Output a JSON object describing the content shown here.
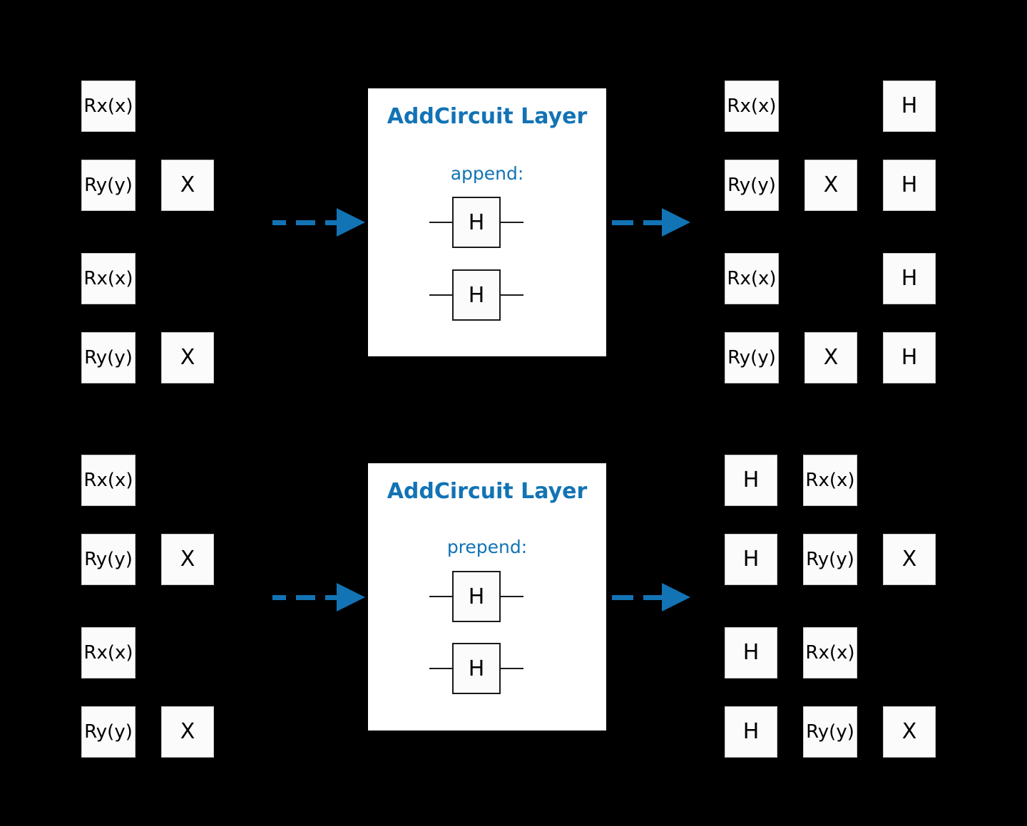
{
  "theme": {
    "background": "#000000",
    "accent_blue": "#1273b5",
    "gate_fill": "#fbfbfb",
    "gate_text": "#000000"
  },
  "rows": [
    {
      "id": "append-row",
      "input_circuit": {
        "columns": 2,
        "wires": [
          {
            "gates": [
              "Rx(x)"
            ]
          },
          {
            "gates": [
              "Ry(y)",
              "X"
            ]
          },
          {
            "gates": [
              "Rx(x)"
            ]
          },
          {
            "gates": [
              "Ry(y)",
              "X"
            ]
          }
        ]
      },
      "panel": {
        "title": "AddCircuit Layer",
        "mode_label": "append:",
        "sub_circuit": [
          {
            "gate": "H"
          },
          {
            "gate": "H"
          }
        ]
      },
      "output_circuit": {
        "columns": 3,
        "wires": [
          {
            "gates": [
              "Rx(x)",
              "",
              "H"
            ]
          },
          {
            "gates": [
              "Ry(y)",
              "X",
              "H"
            ]
          },
          {
            "gates": [
              "Rx(x)",
              "",
              "H"
            ]
          },
          {
            "gates": [
              "Ry(y)",
              "X",
              "H"
            ]
          }
        ]
      },
      "arrow_in": {
        "dashes": 3
      },
      "arrow_out": {
        "dashes": 2
      }
    },
    {
      "id": "prepend-row",
      "input_circuit": {
        "columns": 2,
        "wires": [
          {
            "gates": [
              "Rx(x)"
            ]
          },
          {
            "gates": [
              "Ry(y)",
              "X"
            ]
          },
          {
            "gates": [
              "Rx(x)"
            ]
          },
          {
            "gates": [
              "Ry(y)",
              "X"
            ]
          }
        ]
      },
      "panel": {
        "title": "AddCircuit Layer",
        "mode_label": "prepend:",
        "sub_circuit": [
          {
            "gate": "H"
          },
          {
            "gate": "H"
          }
        ]
      },
      "output_circuit": {
        "columns": 3,
        "wires": [
          {
            "gates": [
              "H",
              "Rx(x)",
              ""
            ]
          },
          {
            "gates": [
              "H",
              "Ry(y)",
              "X"
            ]
          },
          {
            "gates": [
              "H",
              "Rx(x)",
              ""
            ]
          },
          {
            "gates": [
              "H",
              "Ry(y)",
              "X"
            ]
          }
        ]
      },
      "arrow_in": {
        "dashes": 3
      },
      "arrow_out": {
        "dashes": 2
      }
    }
  ]
}
